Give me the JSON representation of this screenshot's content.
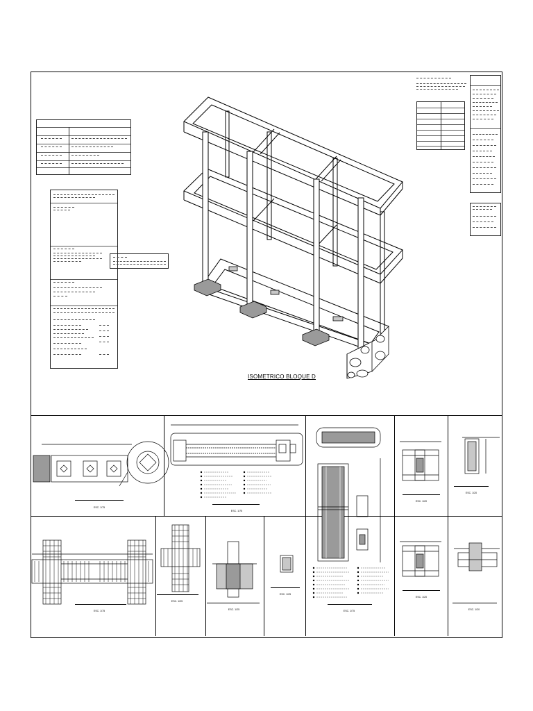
{
  "main_title": "ISOMETRICO BLOQUE D",
  "scale_label": "ESC. 1/75",
  "scale_label_2": "ESC. 1/25",
  "scale_label_3": "ESC. 1/20",
  "colors": {
    "line": "#000000",
    "fill_gray": "#9a9a9a",
    "fill_light": "#c8c8c8",
    "paper": "#ffffff"
  },
  "icons": {
    "column": "rectangle",
    "footing": "stone-hatch",
    "marker": "circle"
  }
}
